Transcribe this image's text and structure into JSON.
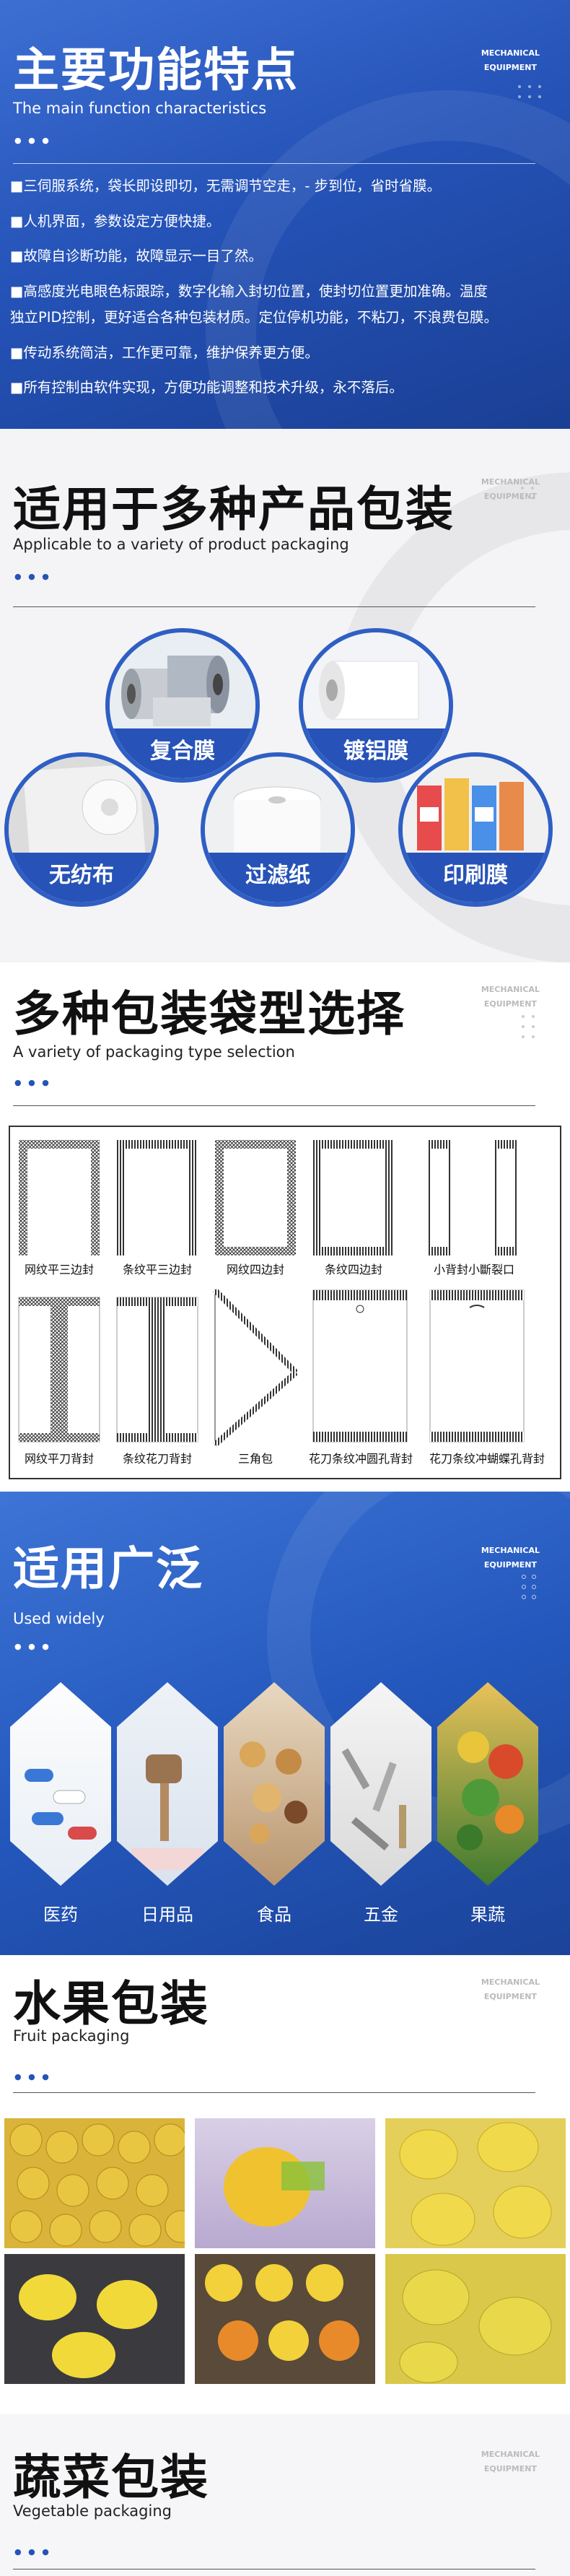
{
  "common": {
    "mech_line1": "MECHANICAL",
    "mech_line2": "EQUIPMENT",
    "dots": "● ● ●"
  },
  "features": {
    "title": "主要功能特点",
    "subtitle": "The main function characteristics",
    "lines": [
      "■三伺服系统，袋长即设即切，无需调节空走，- 步到位，省时省膜。",
      "■人机界面，参数设定方便快捷。",
      "■故障自诊断功能，故障显示一目了然。",
      "■高感度光电眼色标跟踪，数字化输入封切位置，使封切位置更加准确。温度",
      "独立PID控制，更好适合各种包装材质。定位停机功能，不粘刀，不浪费包膜。",
      "■传动系统简洁，工作更可靠，维护保养更方便。",
      "■所有控制由软件实现，方便功能调整和技术升级，永不落后。"
    ]
  },
  "products": {
    "title": "适用于多种产品包装",
    "subtitle": "Applicable to a variety of product packaging",
    "items": [
      "复合膜",
      "镀铝膜",
      "无纺布",
      "过滤纸",
      "印刷膜"
    ]
  },
  "bagtypes": {
    "title": "多种包装袋型选择",
    "subtitle": "A variety of packaging type selection",
    "row1": [
      "网纹平三边封",
      "条纹平三边封",
      "网纹四边封",
      "条纹四边封",
      "小背封小斷裂口"
    ],
    "row2": [
      "网纹平刀背封",
      "条纹花刀背封",
      "三角包",
      "花刀条纹冲圆孔背封",
      "花刀条纹冲蝴蝶孔背封"
    ]
  },
  "usage": {
    "title": "适用广泛",
    "subtitle": "Used widely",
    "items": [
      "医药",
      "日用品",
      "食品",
      "五金",
      "果蔬"
    ]
  },
  "fruit": {
    "title": "水果包装",
    "subtitle": "Fruit packaging"
  },
  "veg": {
    "title": "蔬菜包装",
    "subtitle": "Vegetable packaging"
  },
  "colors": {
    "brand_blue": "#2553b8",
    "dark_blue": "#1a3f94",
    "accent_blue": "#2f5fc4"
  }
}
